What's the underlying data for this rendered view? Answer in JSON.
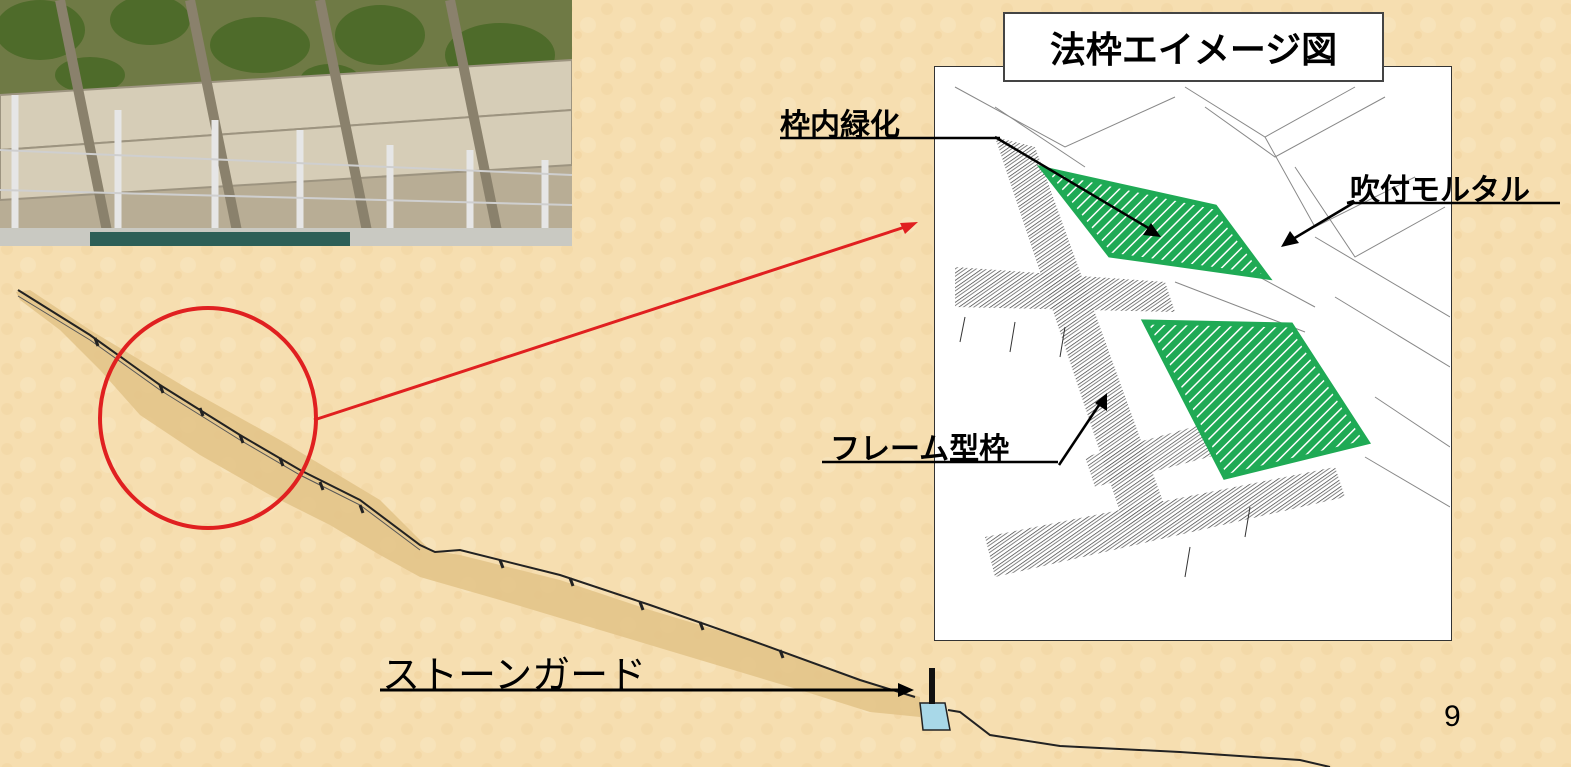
{
  "inset": {
    "title": "法枠エイメージ図",
    "label_inner_greening": "枠内緑化",
    "label_spray_mortar": "吹付モルタル",
    "label_frame": "フレーム型枠"
  },
  "slope": {
    "label_stone_guard": "ストーンガード"
  },
  "page_number": "9",
  "colors": {
    "background": "#f6deb0",
    "highlight_circle": "#e02020",
    "greening": "#1faa55",
    "slope_fill": "#e3c48a",
    "guard": "#a8d8e8"
  }
}
